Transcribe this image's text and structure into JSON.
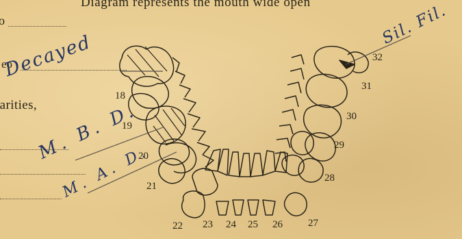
{
  "form": {
    "caption": "Diagram represents the mouth wide open",
    "fragment_1": "o",
    "fragment_2": "eo",
    "fragment_3": "iarities,"
  },
  "lower_teeth_numbers": [
    "18",
    "19",
    "20",
    "21",
    "22",
    "23",
    "24",
    "25",
    "26",
    "27",
    "28",
    "29",
    "30",
    "31",
    "32"
  ],
  "handwritten_notes": {
    "left_upper": "Decayed",
    "left_middle": "M. B. D.",
    "left_lower": "M. A. D.",
    "right_upper": "Sil. Fil."
  },
  "colors": {
    "paper": "#e6c98c",
    "ink_print": "#2a2418",
    "ink_pen": "#27355f"
  }
}
